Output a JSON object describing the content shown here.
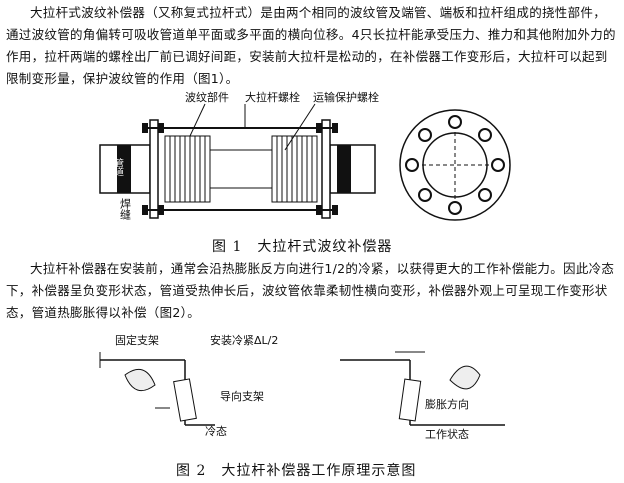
{
  "paragraph1": "大拉杆式波纹补偿器（又称复式拉杆式）是由两个相同的波纹管及端管、端板和拉杆组成的挠性部件，通过波纹管的角偏转可吸收管道单平面或多平面的横向位移。4只长拉杆能承受压力、推力和其他附加外力的作用，拉杆两端的螺栓出厂前已调好间距，安装前大拉杆是松动的，在补偿器工作变形后，大拉杆可以起到限制变形量，保护波纹管的作用（图1）。",
  "paragraph2": "大拉杆补偿器在安装前，通常会沿热膨胀反方向进行1/2的冷紧，以获得更大的工作补偿能力。因此冷态下，补偿器呈负变形状态，管道受热伸长后，波纹管依靠柔韧性横向变形，补偿器外观上可呈现工作变形状态，管道热膨胀得以补偿（图2）。",
  "figure1": {
    "label_bellows": "波纹部件",
    "label_tie_rod_bolt": "大拉杆螺栓",
    "label_transport_bolt": "运输保护螺栓",
    "label_pipe": "管道",
    "label_weld": "焊缝",
    "caption": "图 1　大拉杆式波纹补偿器"
  },
  "figure2": {
    "label_fixed_support": "固定支架",
    "label_cold_pull": "安装冷紧ΔL/2",
    "label_guide_support": "导向支架",
    "label_cold_state": "冷态",
    "label_expansion_dir": "膨胀方向",
    "label_working_state": "工作状态",
    "caption": "图 2　大拉杆补偿器工作原理示意图"
  }
}
